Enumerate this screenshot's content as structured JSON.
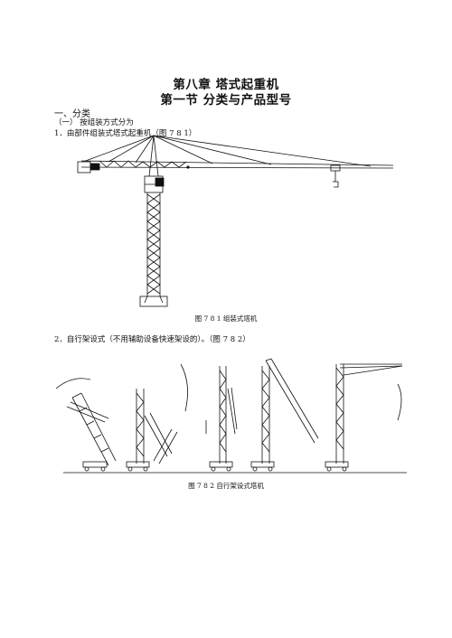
{
  "document": {
    "chapter_title": "第八章  塔式起重机",
    "section_title": "第一节  分类与产品型号",
    "heading_1": "一、分类",
    "subheading_1": "（一）  按组装方式分为",
    "item_1": "1．由部件组装式塔式起重机（图 7 8 1）",
    "figure_1_caption": "图 7 8 1  组装式塔机",
    "item_2": "2．自行架设式（不用辅助设备快速架设的）。（图 7 8 2）",
    "figure_2_caption": "图 7 8 2 自行架设式塔机"
  }
}
